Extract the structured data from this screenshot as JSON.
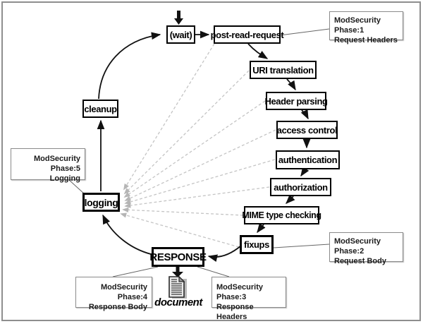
{
  "nodes": {
    "wait": "(wait)",
    "post_read_request": "post-read-request",
    "uri_translation": "URI translation",
    "header_parsing": "Header parsing",
    "access_control": "access control",
    "authentication": "authentication",
    "authorization": "authorization",
    "mime_type_checking": "MIME type checking",
    "fixups": "fixups",
    "response": "RESPONSE",
    "logging": "logging",
    "cleanup": "cleanup"
  },
  "annotations": {
    "phase1": {
      "line1": "ModSecurity Phase:1",
      "line2": "Request Headers"
    },
    "phase2": {
      "line1": "ModSecurity Phase:2",
      "line2": "Request Body"
    },
    "phase3": {
      "line1": "ModSecurity Phase:3",
      "line2": "Response Headers"
    },
    "phase4": {
      "line1": "ModSecurity Phase:4",
      "line2": "Response Body"
    },
    "phase5": {
      "line1": "ModSecurity Phase:5",
      "line2": "Logging"
    }
  },
  "document_label": "document",
  "colors": {
    "node_border": "#000000",
    "annotation_border": "#8a8a8a",
    "dashed_line": "#c4c4c4",
    "solid_line": "#111111"
  }
}
